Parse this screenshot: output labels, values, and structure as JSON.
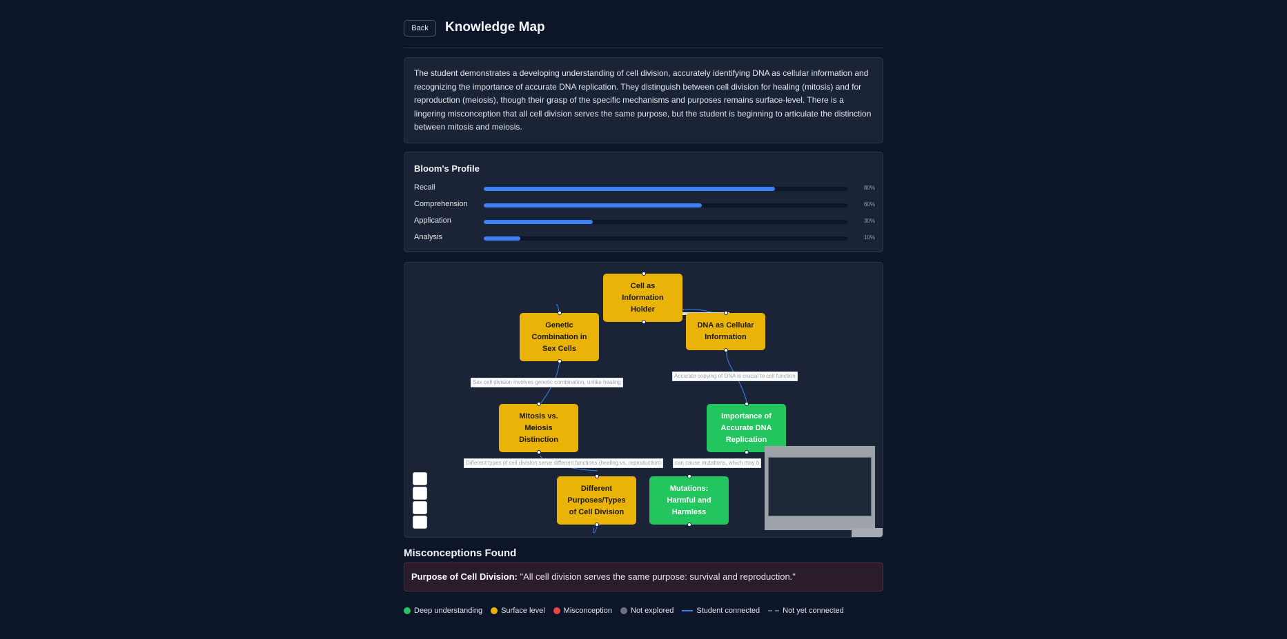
{
  "header": {
    "back_label": "Back",
    "title": "Knowledge Map"
  },
  "summary": {
    "text": "The student demonstrates a developing understanding of cell division, accurately identifying DNA as cellular information and recognizing the importance of accurate DNA replication. They distinguish between cell division for healing (mitosis) and for reproduction (meiosis), though their grasp of the specific mechanisms and purposes remains surface-level. There is a lingering misconception that all cell division serves the same purpose, but the student is beginning to articulate the distinction between mitosis and meiosis."
  },
  "bloom": {
    "title": "Bloom's Profile",
    "levels": [
      {
        "label": "Recall",
        "value": 80,
        "pct_label": "80%"
      },
      {
        "label": "Comprehension",
        "value": 60,
        "pct_label": "60%"
      },
      {
        "label": "Application",
        "value": 30,
        "pct_label": "30%"
      },
      {
        "label": "Analysis",
        "value": 10,
        "pct_label": "10%"
      }
    ]
  },
  "graph": {
    "nodes": [
      {
        "id": "n1",
        "label": "Cell as Information Holder",
        "status": "surface"
      },
      {
        "id": "n2",
        "label": "Genetic Combination in Sex Cells",
        "status": "surface"
      },
      {
        "id": "n3",
        "label": "DNA as Cellular Information",
        "status": "surface"
      },
      {
        "id": "n4",
        "label": "Mitosis vs. Meiosis Distinction",
        "status": "surface"
      },
      {
        "id": "n5",
        "label": "Importance of Accurate DNA Replication",
        "status": "deep"
      },
      {
        "id": "n6",
        "label": "Different Purposes/Types of Cell Division",
        "status": "surface"
      },
      {
        "id": "n7",
        "label": "Mutations: Harmful and Harmless",
        "status": "deep"
      }
    ],
    "edge_labels": [
      "Sex cell division involves genetic combination, unlike healing",
      "Accurate copying of DNA is crucial to cell function",
      "Different types of cell division serve different functions (healing vs. reproduction)",
      "can cause mutations, which may b"
    ]
  },
  "misconceptions": {
    "title": "Misconceptions Found",
    "items": [
      {
        "term": "Purpose of Cell Division:",
        "quote": "\"All cell division serves the same purpose: survival and reproduction.\""
      }
    ]
  },
  "legend": {
    "items": [
      {
        "label": "Deep understanding",
        "color": "#22c55e"
      },
      {
        "label": "Surface level",
        "color": "#eab308"
      },
      {
        "label": "Misconception",
        "color": "#ef4444"
      },
      {
        "label": "Not explored",
        "color": "#6b7280"
      }
    ],
    "student_connected": "Student connected",
    "not_yet_connected": "Not yet connected"
  },
  "colors": {
    "background": "#0d1628",
    "card": "#1a2436",
    "accent": "#3b82f6",
    "deep": "#22c55e",
    "surface": "#eab308"
  }
}
